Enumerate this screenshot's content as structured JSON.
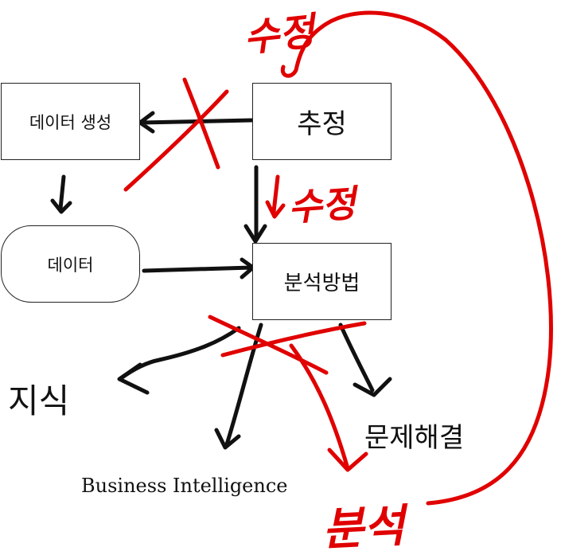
{
  "nodes": {
    "data_generation": "데이터 생성",
    "estimation": "추정",
    "data": "데이터",
    "analysis_method": "분석방법"
  },
  "outcomes": {
    "knowledge": "지식",
    "problem_solving": "문제해결",
    "bi": "Business Intelligence"
  },
  "annotations": {
    "top_correction": "수정",
    "mid_correction": "수정",
    "bottom_analysis": "분석"
  },
  "colors": {
    "ink": "#111111",
    "correction": "#e00000"
  }
}
